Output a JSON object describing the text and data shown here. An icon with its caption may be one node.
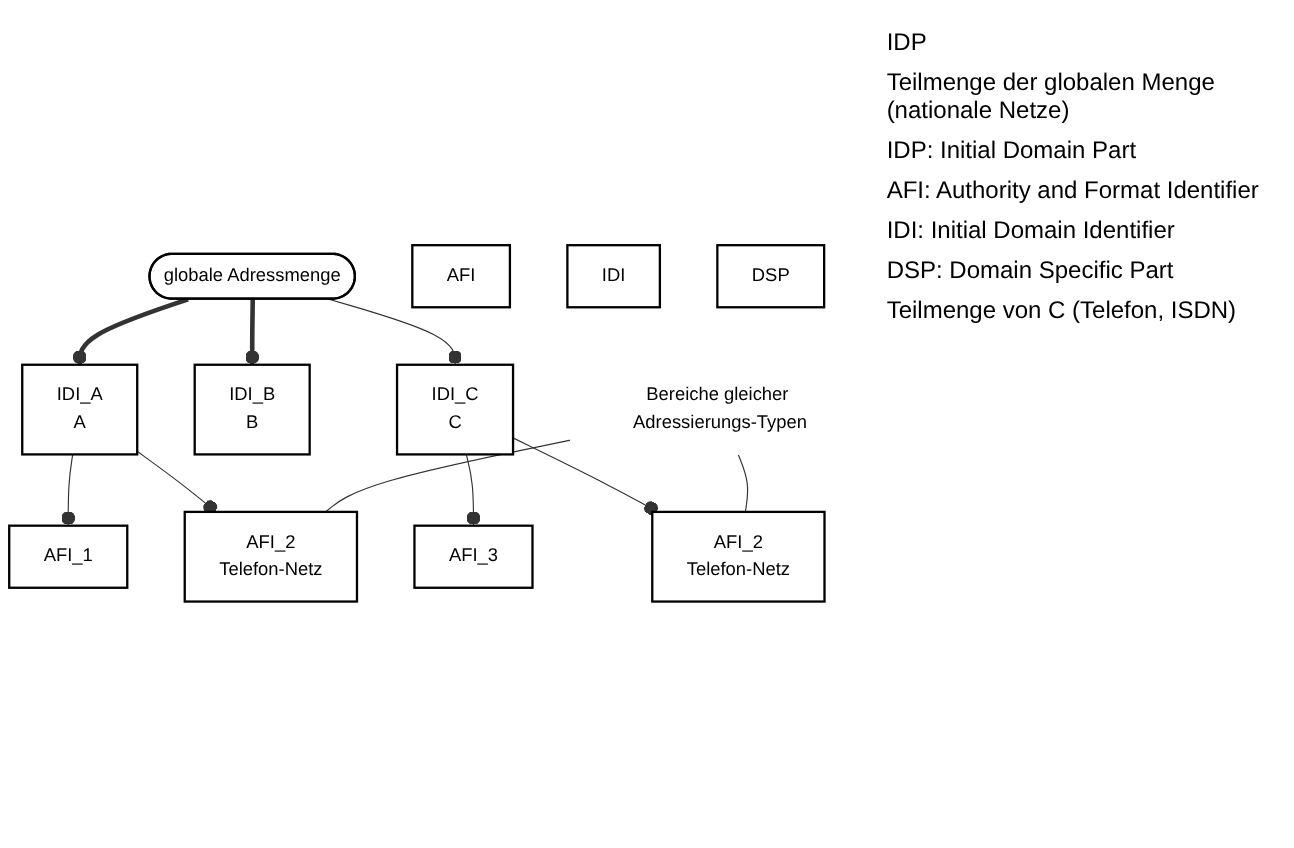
{
  "diagram": {
    "nodes": [
      {
        "text": [
          "globale Adressmenge"
        ]
      },
      {
        "text": [
          "IDI_A",
          "A"
        ]
      },
      {
        "text": [
          "IDI_B",
          "B"
        ]
      },
      {
        "text": [
          "IDI_C",
          "C"
        ]
      },
      {
        "text": [
          "AFI_1"
        ]
      },
      {
        "text": [
          "AFI_2",
          "Telefon-Netz"
        ]
      },
      {
        "text": [
          "AFI_3"
        ]
      },
      {
        "text": [
          "AFI_2",
          "Telefon-Netz"
        ]
      },
      {
        "text": [
          "Bereiche gleicher Adressierungs-Typen"
        ]
      },
      {
        "text": [
          "AFI"
        ]
      },
      {
        "text": [
          "IDI"
        ]
      },
      {
        "text": [
          "DSP"
        ]
      }
    ],
    "edges": [
      {
        "from": 0,
        "to": 1,
        "arrow": "other",
        "style": "thick"
      },
      {
        "from": 0,
        "to": 2,
        "arrow": "other",
        "style": "thick"
      },
      {
        "from": 0,
        "to": 3,
        "arrow": "other"
      },
      {
        "from": 1,
        "to": 4,
        "arrow": "other"
      },
      {
        "from": 1,
        "to": 5,
        "arrow": "other"
      },
      {
        "from": 3,
        "to": 6,
        "arrow": "other"
      },
      {
        "from": 3,
        "to": 7,
        "arrow": "other"
      },
      {
        "from": 8,
        "to": 5,
        "arrow": "none"
      },
      {
        "from": 8,
        "to": 7,
        "arrow": "none"
      }
    ],
    "labels": [
      "IDP",
      "Teilmenge der globalen Menge (nationale Netze)",
      "IDP: Initial Domain Part",
      "AFI: Authority and Format Identifier",
      "IDI: Initial Domain Identifier",
      "DSP: Domain Specific Part",
      "Teilmenge von C (Telefon, ISDN)"
    ]
  }
}
